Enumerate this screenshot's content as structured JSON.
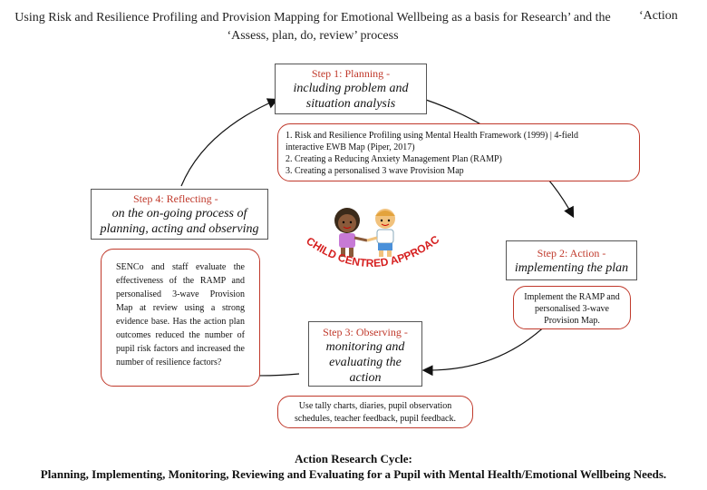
{
  "header": {
    "title": "Using Risk and Resilience Profiling and Provision Mapping for Emotional Wellbeing as a basis for Research’ and the ‘Assess, plan, do, review’ process",
    "right_text": "‘Action"
  },
  "steps": {
    "planning": {
      "heading": "Step 1:   Planning -",
      "description": "including problem and situation analysis"
    },
    "acting": {
      "heading": "Step 2:  Action -",
      "description": "implementing the plan"
    },
    "observing": {
      "heading": "Step 3: Observing -",
      "description": "monitoring and evaluating the action"
    },
    "reflecting": {
      "heading": "Step 4: Reflecting -",
      "description": "on the on-going process of planning, acting and observing"
    }
  },
  "notes": {
    "planning_lines": [
      "1. Risk and Resilience Profiling using Mental Health  Framework (1999) | 4-field",
      "interactive EWB Map (Piper, 2017)",
      "2. Creating a Reducing Anxiety Management Plan  (RAMP)",
      "3. Creating a personalised 3 wave Provision Map"
    ],
    "acting": "Implement the RAMP and personalised 3-wave Provision Map.",
    "observing": "Use tally charts, diaries, pupil observation schedules, teacher feedback, pupil feedback.",
    "reflecting": "SENCo and staff evaluate the effectiveness of the RAMP and personalised 3-wave Provision Map at review using a strong evidence base. Has the action plan outcomes reduced the number of pupil risk factors and increased the number of resilience factors?"
  },
  "center_logo": {
    "text": "A CHILD CENTRED APPROACH"
  },
  "footer": {
    "line1": "Action Research Cycle:",
    "line2": "Planning, Implementing, Monitoring, Reviewing and Evaluating for a Pupil with Mental Health/Emotional Wellbeing Needs."
  },
  "colors": {
    "accent_red": "#c0392b",
    "logo_red": "#d62020",
    "arrow": "#111111"
  }
}
